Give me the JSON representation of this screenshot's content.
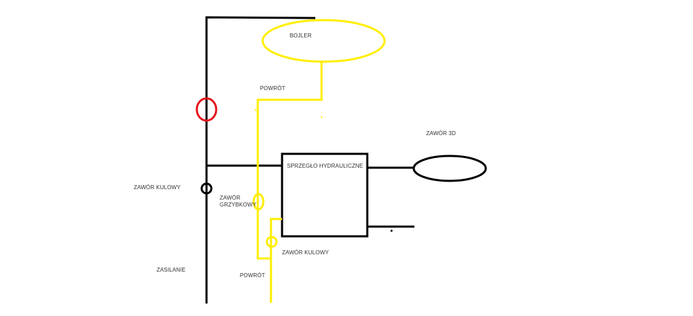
{
  "labels": {
    "bojler": "BOJLER",
    "powrot_top": "POWRÓT",
    "zawor_3d": "ZAWÓR 3D",
    "sprzeglo": "SPRZEGŁO HYDRAULICZNE",
    "zawor_kulowy_left": "ZAWÓR KULOWY",
    "zawor_grzybkowy_1": "ZAWÓR",
    "zawor_grzybkowy_2": "GRZYBKOWY",
    "zawor_kulowy_right": "ZAWÓR KULOWY",
    "zasilanie": "ZASILANIE",
    "powrot_bottom": "POWRÓT"
  },
  "colors": {
    "supply": "#000000",
    "return": "#ffee00",
    "valve_highlight": "#e8121a"
  }
}
